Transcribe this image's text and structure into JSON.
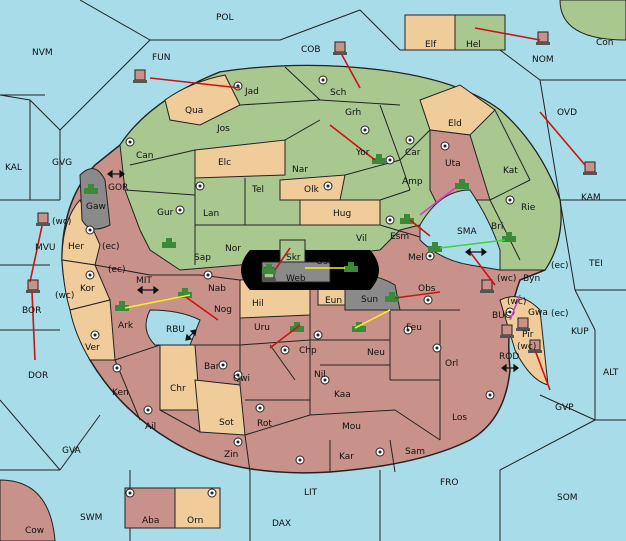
{
  "map": {
    "sea_labels": [
      "POL",
      "NVM",
      "FUN",
      "COB",
      "NOM",
      "Con",
      "OVD",
      "KAL",
      "GVG",
      "GOR",
      "MVU",
      "BOR",
      "DOR",
      "KAM",
      "TEI",
      "MIT",
      "RBU",
      "SMA",
      "BUC",
      "KUP",
      "ALT",
      "ROD",
      "GVP",
      "GVA",
      "FRO",
      "SOM",
      "LIT",
      "SWM",
      "DAX"
    ],
    "land_labels": [
      "Elf",
      "Hel",
      "Jad",
      "Sch",
      "Qua",
      "Jos",
      "Grh",
      "Eld",
      "Can",
      "Elc",
      "Nar",
      "Yor",
      "Car",
      "Uta",
      "Kat",
      "Gaw",
      "Tel",
      "Olk",
      "Amp",
      "Rie",
      "Gur",
      "Lan",
      "Hug",
      "Nor",
      "Vil",
      "Esm",
      "Bri",
      "Her",
      "Sap",
      "Skr",
      "Ost",
      "Mel",
      "Web",
      "Byn",
      "Kor",
      "Nab",
      "Hil",
      "Eun",
      "Sun",
      "Obs",
      "Gwa",
      "Ark",
      "Nog",
      "Uru",
      "Feu",
      "Pir",
      "Ver",
      "Chp",
      "Neu",
      "Orl",
      "Bar",
      "Qwi",
      "Nil",
      "Ken",
      "Chr",
      "Kaa",
      "Ail",
      "Sot",
      "Rot",
      "Mou",
      "Los",
      "Zin",
      "Kar",
      "Sam",
      "Aba",
      "Orn",
      "Cow"
    ],
    "markers": [
      "(wc)",
      "(ec)",
      "(ec)",
      "(wc)",
      "(wc)",
      "(wc)",
      "(ec)",
      "(ec)",
      "(wc)"
    ],
    "colors": {
      "sea": "#a8dce8",
      "green": "#a8c890",
      "tan": "#f0cc9a",
      "red": "#c8928a",
      "grey": "#8a8a8a",
      "black": "#000000",
      "order_red": "#c81414",
      "order_yellow": "#f0f020",
      "order_green": "#40d040",
      "order_magenta": "#d040d0"
    }
  }
}
